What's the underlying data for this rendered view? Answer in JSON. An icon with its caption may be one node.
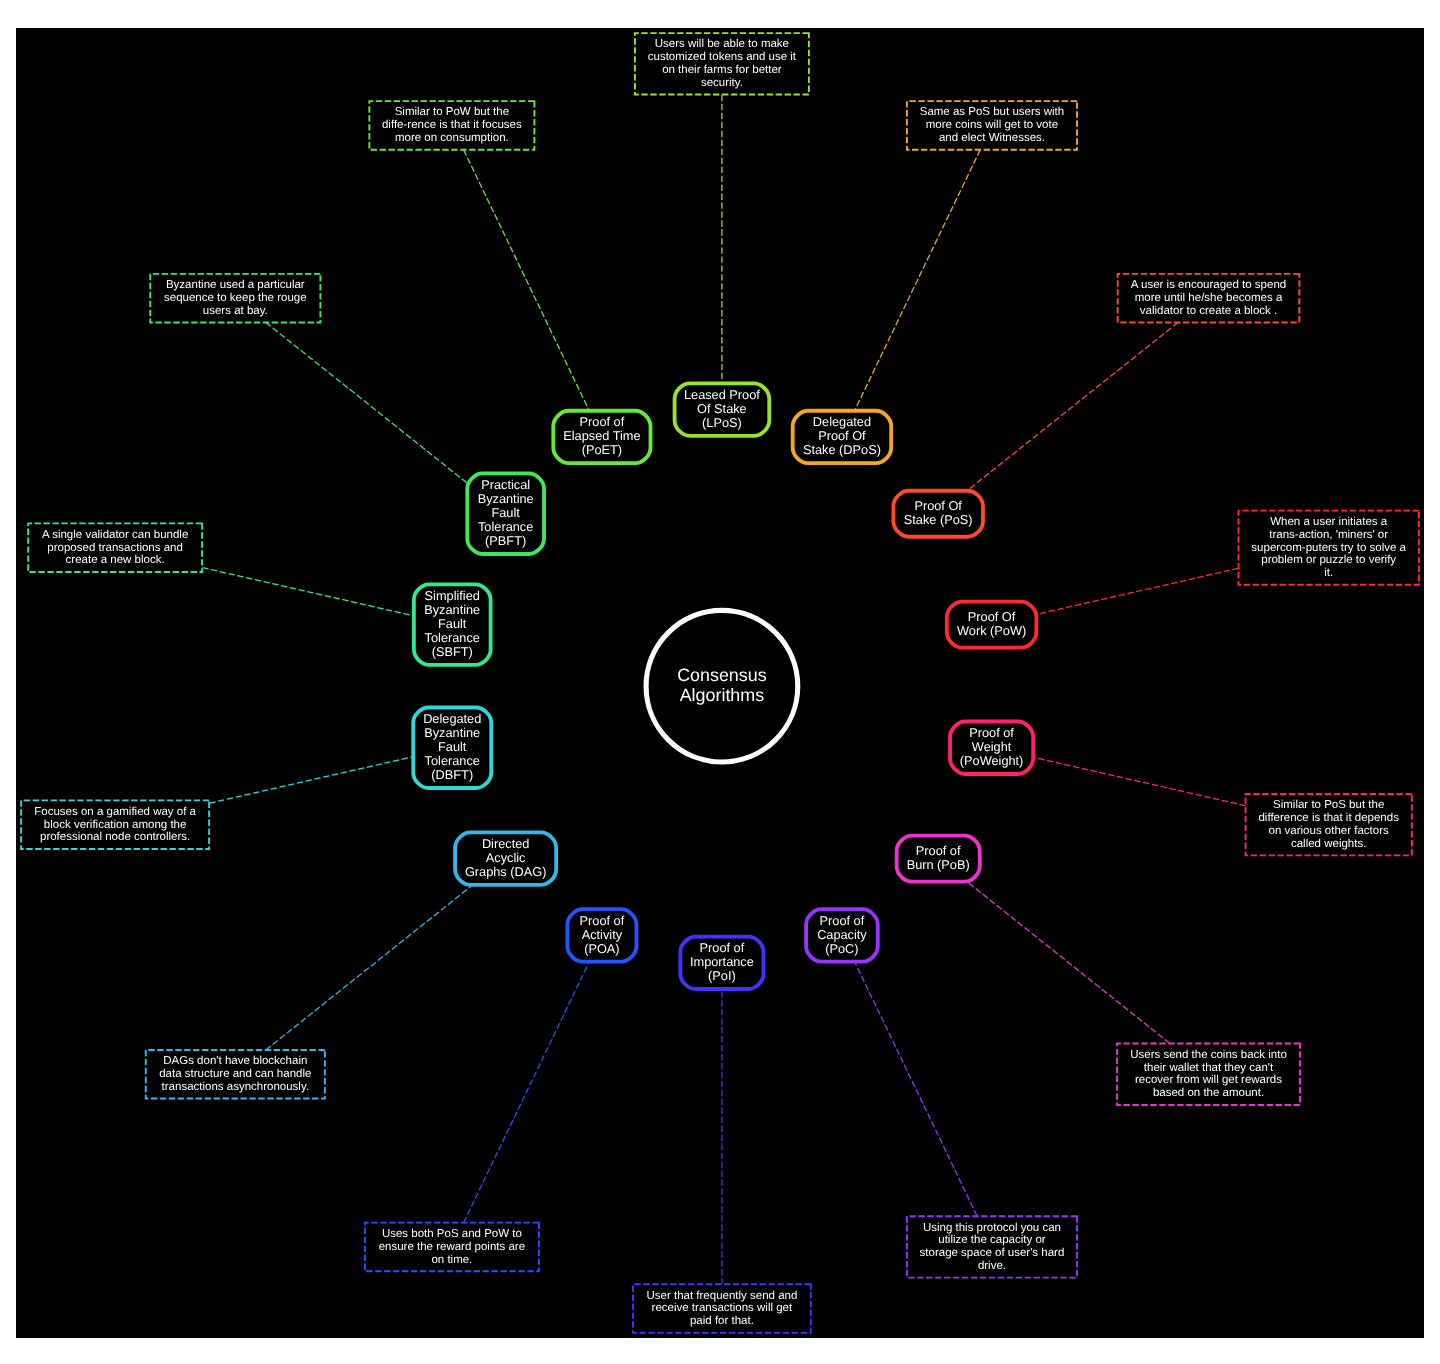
{
  "diagram": {
    "nodes": [
      {
        "text": [
          "Consensus Algorithms"
        ]
      },
      {
        "text": [
          "Proof Of Work (PoW)"
        ]
      },
      {
        "text": [
          "Proof Of Stake (PoS)"
        ]
      },
      {
        "text": [
          "Delegated Proof Of Stake (DPoS)"
        ]
      },
      {
        "text": [
          "Leased Proof Of Stake (LPoS)"
        ]
      },
      {
        "text": [
          "Proof of Elapsed Time (PoET)"
        ]
      },
      {
        "text": [
          "Practical Byzantine Fault Tolerance (PBFT)"
        ]
      },
      {
        "text": [
          "Simplified Byzantine Fault Tolerance (SBFT)"
        ]
      },
      {
        "text": [
          "Delegated Byzantine Fault Tolerance (DBFT)"
        ]
      },
      {
        "text": [
          "Directed Acyclic Graphs (DAG)"
        ]
      },
      {
        "text": [
          "Proof of Activity (POA)"
        ]
      },
      {
        "text": [
          "Proof of Importance (PoI)"
        ]
      },
      {
        "text": [
          "Proof of Capacity (PoC)"
        ]
      },
      {
        "text": [
          "Proof of Burn (PoB)"
        ]
      },
      {
        "text": [
          "Proof of Weight (PoWeight)"
        ]
      },
      {
        "text": [
          "When a user initiates a trans-action, 'miners' or supercom-puters try to solve a problem or puzzle to verify it."
        ]
      },
      {
        "text": [
          "A user is encouraged to spend more until he/she becomes a validator to create a block ."
        ]
      },
      {
        "text": [
          "Same as PoS but users with more coins will get to vote and elect Witnesses."
        ]
      },
      {
        "text": [
          "Users will be able to make customized tokens and use it on their farms for better security."
        ]
      },
      {
        "text": [
          "Similar to PoW but the diffe-rence is that it focuses more on consumption."
        ]
      },
      {
        "text": [
          "Byzantine used a particular sequence to keep the rouge users at bay."
        ]
      },
      {
        "text": [
          "A single validator can bundle proposed transactions and create a new block."
        ]
      },
      {
        "text": [
          "Focuses on a gamified way of a block verification among the professional node controllers."
        ]
      },
      {
        "text": [
          "DAGs don't have blockchain data structure and can handle transactions asynchronously."
        ]
      },
      {
        "text": [
          "Uses both PoS and PoW to ensure the reward points are on time."
        ]
      },
      {
        "text": [
          "User that frequently send and receive transactions will get paid for that."
        ]
      },
      {
        "text": [
          "Using this protocol you can utilize the capacity or storage space of user's hard drive."
        ]
      },
      {
        "text": [
          "Users send the coins back into their wallet that they can't recover from will get rewards based on the amount."
        ]
      },
      {
        "text": [
          "Similar to PoS but the difference is that it depends on various other factors called weights."
        ]
      }
    ],
    "edges": [
      {
        "from": 15,
        "to": 1,
        "arrow": "none",
        "style": "dashed",
        "color": "#ff2a2a"
      },
      {
        "from": 16,
        "to": 2,
        "arrow": "none",
        "style": "dashed",
        "color": "#ff4a2a"
      },
      {
        "from": 17,
        "to": 3,
        "arrow": "none",
        "style": "dashed",
        "color": "#f5a623"
      },
      {
        "from": 18,
        "to": 4,
        "arrow": "none",
        "style": "dashed",
        "color": "#9be22d"
      },
      {
        "from": 19,
        "to": 5,
        "arrow": "none",
        "style": "dashed",
        "color": "#66e83a"
      },
      {
        "from": 20,
        "to": 6,
        "arrow": "none",
        "style": "dashed",
        "color": "#3ee85a"
      },
      {
        "from": 21,
        "to": 7,
        "arrow": "none",
        "style": "dashed",
        "color": "#33e88a"
      },
      {
        "from": 22,
        "to": 8,
        "arrow": "none",
        "style": "dashed",
        "color": "#33d6d6"
      },
      {
        "from": 23,
        "to": 9,
        "arrow": "none",
        "style": "dashed",
        "color": "#33b8e8"
      },
      {
        "from": 24,
        "to": 10,
        "arrow": "none",
        "style": "dashed",
        "color": "#2255ff"
      },
      {
        "from": 25,
        "to": 11,
        "arrow": "none",
        "style": "dashed",
        "color": "#4433ff"
      },
      {
        "from": 26,
        "to": 12,
        "arrow": "none",
        "style": "dashed",
        "color": "#9933ff"
      },
      {
        "from": 27,
        "to": 13,
        "arrow": "none",
        "style": "dashed",
        "color": "#ee33cc"
      },
      {
        "from": 28,
        "to": 14,
        "arrow": "none",
        "style": "dashed",
        "color": "#ff2266"
      }
    ]
  }
}
